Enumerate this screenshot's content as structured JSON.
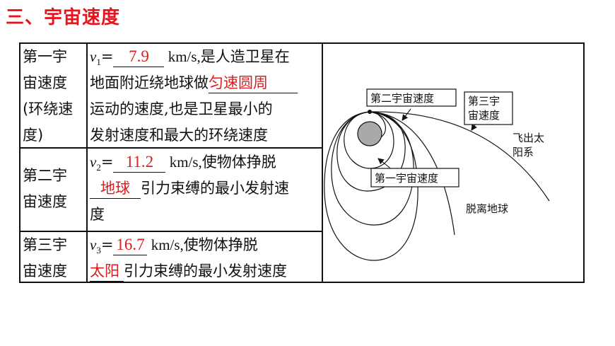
{
  "title": "三、宇宙速度",
  "rows": [
    {
      "name_lines": [
        "第一宇",
        "宙速度",
        "(环绕速",
        "度)"
      ],
      "var": "v",
      "sub": "1",
      "eq": "=",
      "value": "7.9",
      "unit": " km/s,是人造卫星在",
      "line2_prefix": "地面附近绕地球做",
      "blank2": "匀速圆周",
      "line3": "运动的速度,也是卫星最小的",
      "line4": "发射速度和最大的环绕速度"
    },
    {
      "name_lines": [
        "第二宇",
        "宙速度"
      ],
      "var": "v",
      "sub": "2",
      "eq": "=",
      "value": "11.2",
      "unit": " km/s,使物体挣脱",
      "blank2": "地球",
      "line2_suffix": "引力束缚的最小发射速",
      "line3": "度"
    },
    {
      "name_lines": [
        "第三宇",
        "宙速度"
      ],
      "var": "v",
      "sub": "3",
      "eq": "=",
      "value": "16.7",
      "unit": " km/s,使物体挣脱",
      "blank2": "太阳",
      "line2_suffix": "引力束缚的最小发射速度"
    }
  ],
  "diagram": {
    "label_second": "第二宇宙速度",
    "label_third_1": "第三宇",
    "label_third_2": "宙速度",
    "label_first": "第一宇宙速度",
    "label_fly_1": "飞出太",
    "label_fly_2": "阳系",
    "label_escape": "脱离地球"
  },
  "colors": {
    "title": "#e6141e",
    "answer": "#d81e1e",
    "earth": "#a9a9a9"
  }
}
